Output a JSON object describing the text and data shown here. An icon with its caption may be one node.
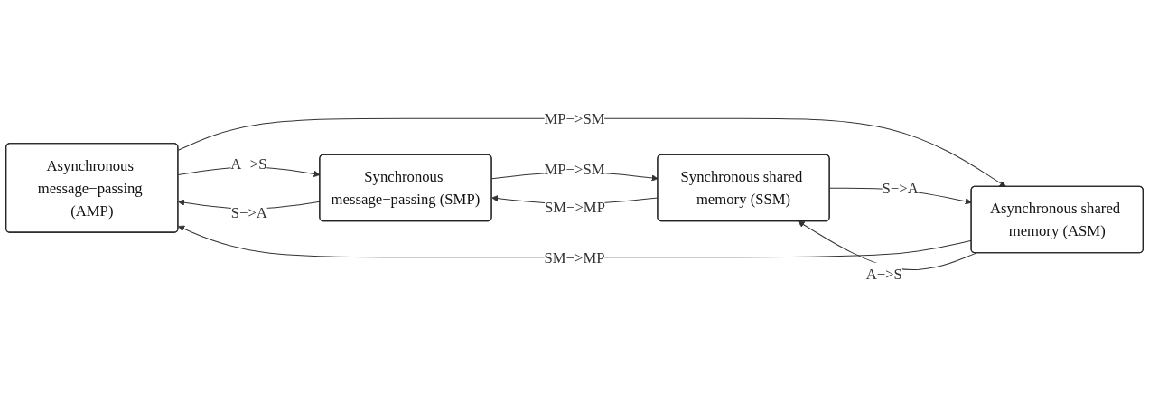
{
  "diagram": {
    "nodes": [
      {
        "text": [
          "Asynchronous message−passing (AMP)"
        ]
      },
      {
        "text": [
          "Synchronous message−passing (SMP)"
        ]
      },
      {
        "text": [
          "Asynchronous shared memory (ASM)"
        ]
      },
      {
        "text": [
          "Synchronous shared memory (SSM)"
        ]
      }
    ],
    "edges": [
      {
        "from": 0,
        "to": 1,
        "arrow": "to",
        "label": "A−>S"
      },
      {
        "from": 1,
        "to": 0,
        "arrow": "to",
        "label": "S−>A"
      },
      {
        "from": 0,
        "to": 2,
        "arrow": "to",
        "label": "MP−>SM"
      },
      {
        "from": 2,
        "to": 0,
        "arrow": "to",
        "label": "SM−>MP"
      },
      {
        "from": 1,
        "to": 3,
        "arrow": "to",
        "label": "MP−>SM"
      },
      {
        "from": 3,
        "to": 1,
        "arrow": "to",
        "label": "SM−>MP"
      },
      {
        "from": 2,
        "to": 3,
        "arrow": "to",
        "label": "A−>S"
      },
      {
        "from": 3,
        "to": 2,
        "arrow": "to",
        "label": "S−>A"
      }
    ]
  }
}
